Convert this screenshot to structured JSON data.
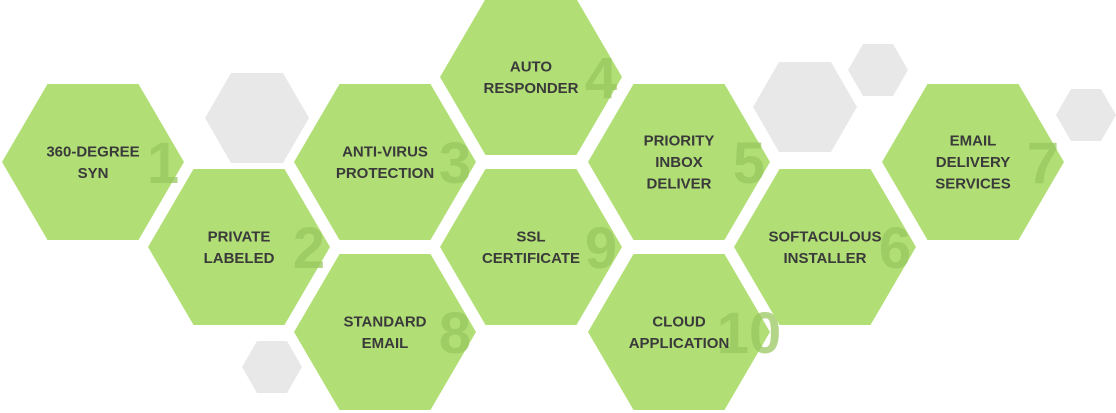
{
  "colors": {
    "hex_fill": "#b1df76",
    "decor_fill": "#e8e8e8",
    "label_color": "#3a3a3a",
    "number_color": "#99c760"
  },
  "hexagons": [
    {
      "number": "1",
      "lines": [
        "360-DEGREE",
        "SYN"
      ]
    },
    {
      "number": "2",
      "lines": [
        "PRIVATE",
        "LABELED"
      ]
    },
    {
      "number": "3",
      "lines": [
        "ANTI-VIRUS",
        "PROTECTION"
      ]
    },
    {
      "number": "8",
      "lines": [
        "STANDARD",
        "EMAIL"
      ]
    },
    {
      "number": "4",
      "lines": [
        "AUTO",
        "RESPONDER"
      ]
    },
    {
      "number": "9",
      "lines": [
        "SSL",
        "CERTIFICATE"
      ]
    },
    {
      "number": "5",
      "lines": [
        "PRIORITY",
        "INBOX",
        "DELIVER"
      ]
    },
    {
      "number": "10",
      "lines": [
        "CLOUD",
        "APPLICATION"
      ]
    },
    {
      "number": "6",
      "lines": [
        "SOFTACULOUS",
        "INSTALLER"
      ]
    },
    {
      "number": "7",
      "lines": [
        "EMAIL",
        "DELIVERY",
        "SERVICES"
      ]
    }
  ]
}
